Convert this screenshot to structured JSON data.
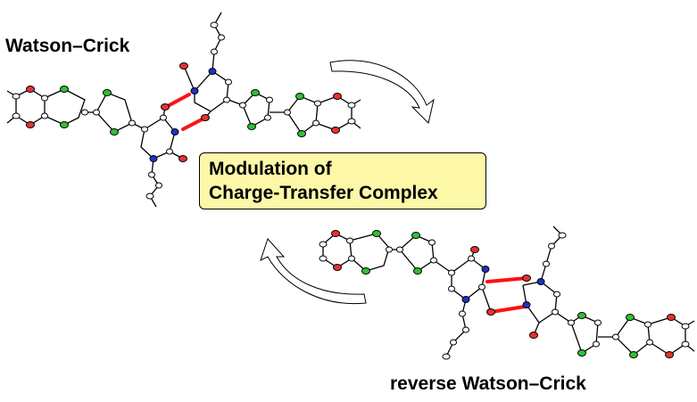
{
  "labels": {
    "top_left": "Watson–Crick",
    "bottom_right": "reverse Watson–Crick"
  },
  "center_box": {
    "line1": "Modulation of",
    "line2": "Charge-Transfer Complex"
  },
  "colors": {
    "box_fill": "#fcf8a8",
    "oxygen": "#e83030",
    "sulfur": "#30c030",
    "nitrogen": "#2030c8",
    "hbond": "#ff1010"
  }
}
